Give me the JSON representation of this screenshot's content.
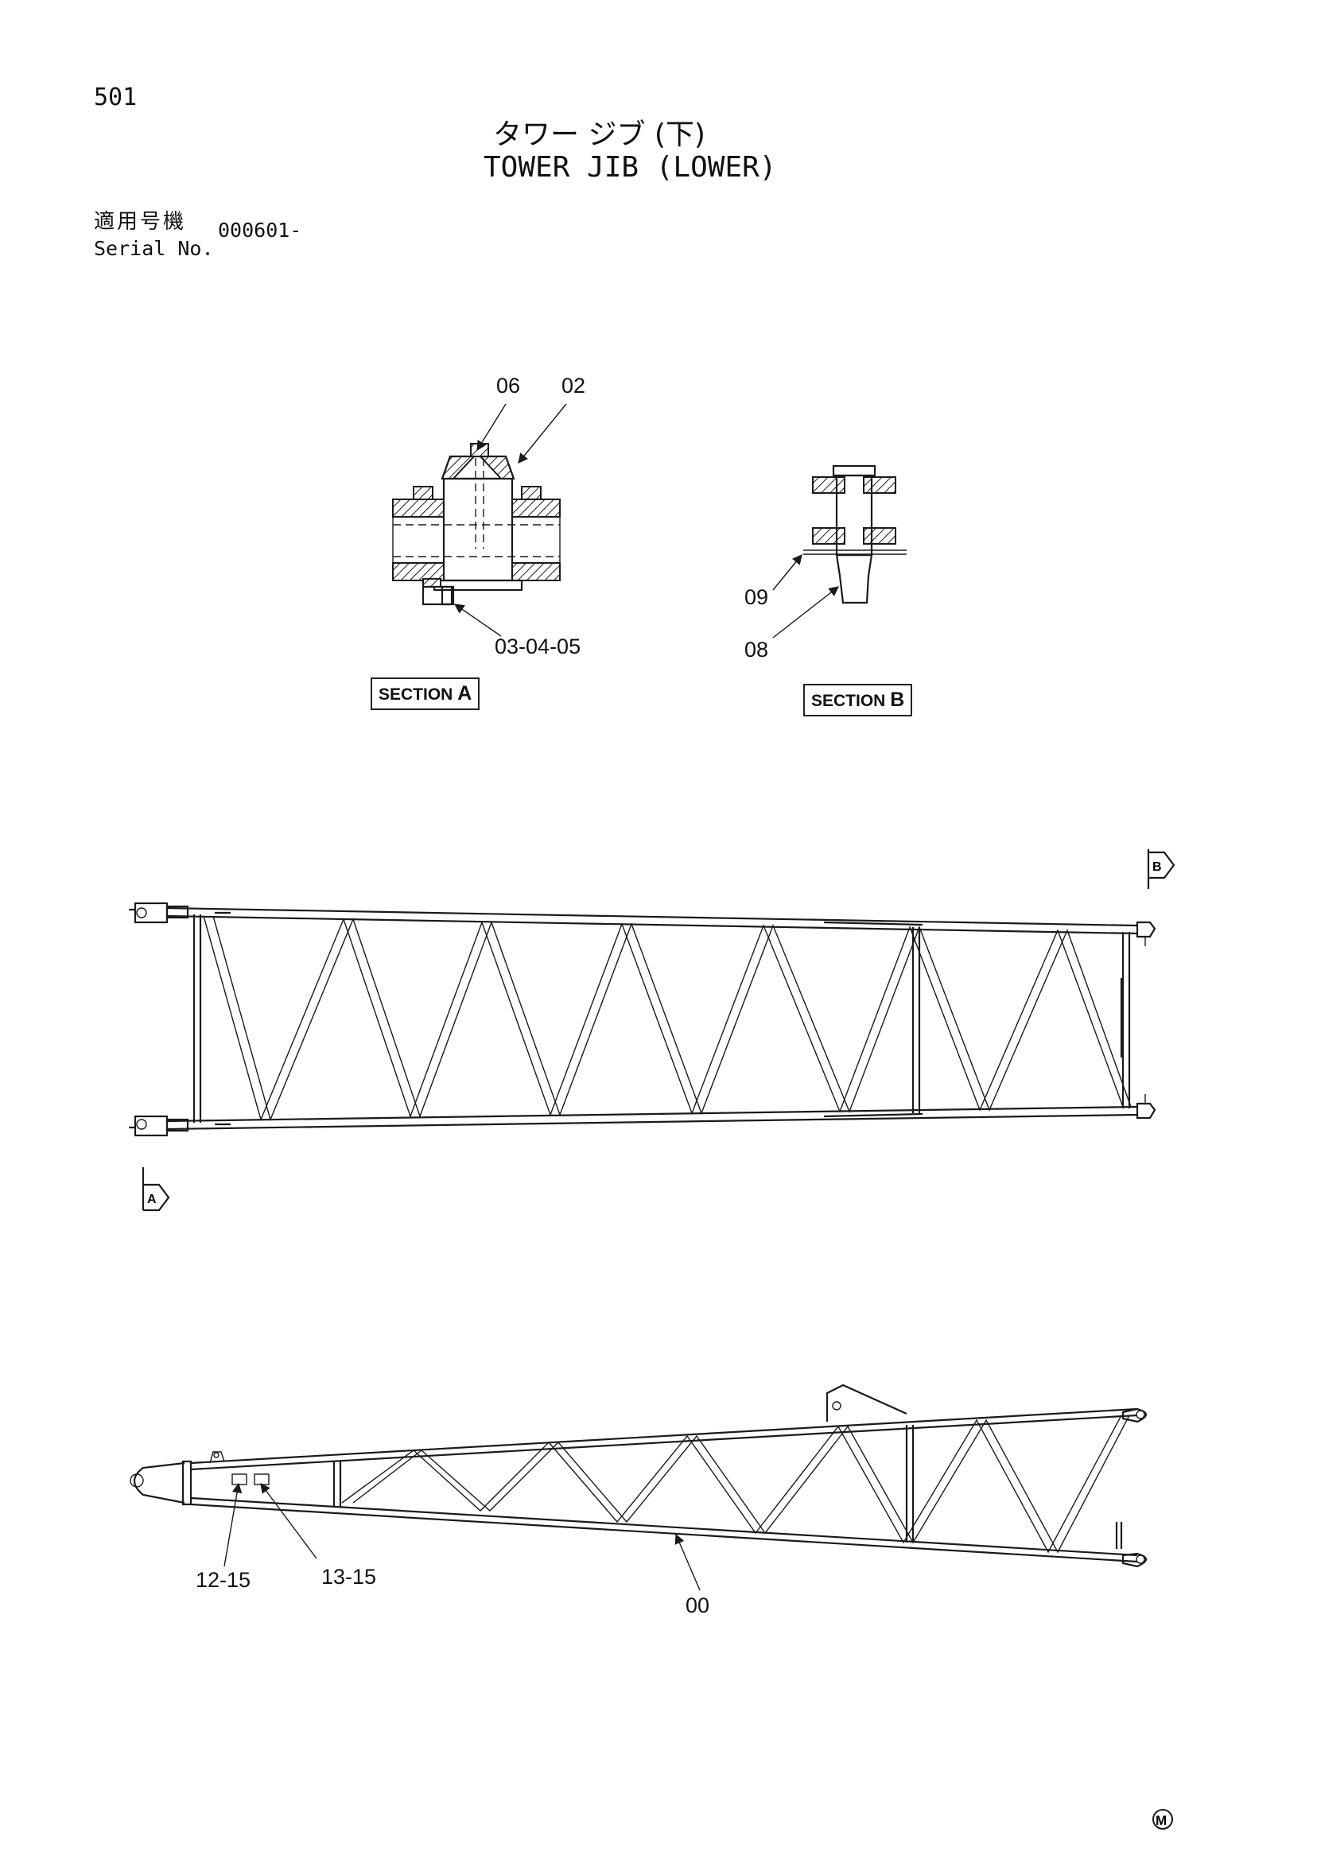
{
  "header": {
    "page_number": "501",
    "title_jp": "タワー ジブ (下)",
    "title_en": "TOWER JIB (LOWER)",
    "serial_label_jp": "適用号機",
    "serial_label_en": "Serial No.",
    "serial_value": "000601-"
  },
  "section_a": {
    "caption_prefix": "SECTION",
    "caption_letter": "A",
    "callouts": [
      "06",
      "02",
      "03-04-05"
    ]
  },
  "section_b": {
    "caption_prefix": "SECTION",
    "caption_letter": "B",
    "callouts": [
      "09",
      "08"
    ]
  },
  "top_view": {
    "marker_b": "B",
    "marker_a": "A"
  },
  "side_view": {
    "callouts": [
      "12-15",
      "13-15",
      "00"
    ]
  },
  "footer": {
    "mark": "M"
  }
}
